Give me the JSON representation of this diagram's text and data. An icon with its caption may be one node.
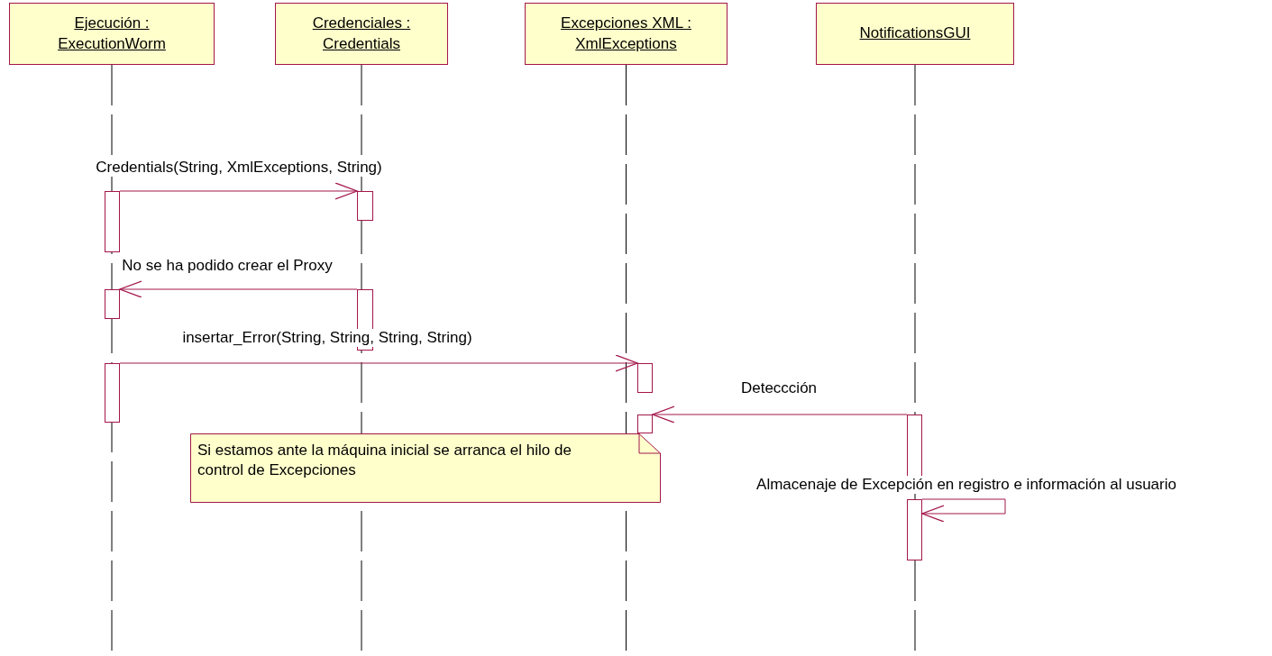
{
  "diagram": {
    "nodes": [
      {
        "text": [
          "Ejecución : ExecutionWorm"
        ]
      },
      {
        "text": [
          "Credenciales : Credentials"
        ]
      },
      {
        "text": [
          "Excepciones XML : XmlExceptions"
        ]
      },
      {
        "text": [
          "NotificationsGUI"
        ]
      },
      {
        "text": [],
        "shape": "bar"
      },
      {
        "text": [],
        "shape": "bar"
      },
      {
        "text": [],
        "shape": "bar"
      },
      {
        "text": [],
        "shape": "bar"
      },
      {
        "text": [],
        "shape": "bar"
      },
      {
        "text": [],
        "shape": "bar"
      },
      {
        "text": [],
        "shape": "bar"
      },
      {
        "text": [],
        "shape": "bar"
      },
      {
        "text": [
          "Si estamos ante la máquina inicial se arranca el hilo de control de Excepciones"
        ]
      },
      {
        "text": [],
        "shape": "bar"
      }
    ],
    "edges": [
      {
        "from": 4,
        "to": 5,
        "arrow": "to",
        "label": "Credentials(String, XmlExceptions, String)"
      },
      {
        "from": 7,
        "to": 6,
        "arrow": "to",
        "label": "No se ha podido crear el Proxy"
      },
      {
        "from": 8,
        "to": 9,
        "arrow": "to",
        "label": "insertar_Error(String, String, String, String)"
      },
      {
        "from": 11,
        "to": 10,
        "arrow": "to",
        "label": "Deteccción"
      },
      {
        "from": 13,
        "to": 13,
        "arrow": "to",
        "label": "Almacenaje de Excepción en registro e información al usuario"
      }
    ]
  }
}
